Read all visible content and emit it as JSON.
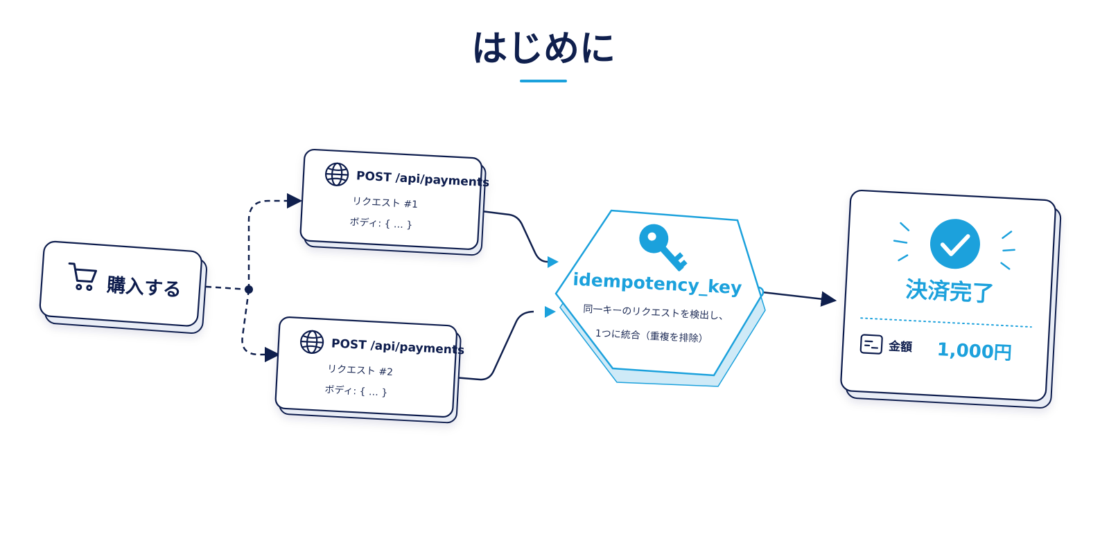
{
  "title": "はじめに",
  "colors": {
    "navy": "#0f1f4d",
    "accent": "#1ba1dc",
    "accent_light": "#cfeaf7"
  },
  "purchase": {
    "label": "購入する",
    "icon": "cart-icon"
  },
  "requests": [
    {
      "method_path": "POST /api/payments",
      "name": "リクエスト #1",
      "body": "ボディ: { … }",
      "icon": "globe-icon"
    },
    {
      "method_path": "POST /api/payments",
      "name": "リクエスト #2",
      "body": "ボディ: { … }",
      "icon": "globe-icon"
    }
  ],
  "idempotency": {
    "key": "idempotency_key",
    "desc_line1": "同一キーのリクエストを検出し、",
    "desc_line2": "1つに統合（重複を排除）",
    "icon": "key-icon"
  },
  "result": {
    "status": "決済完了",
    "amount_label": "金額",
    "amount_value": "1,000円",
    "icon": "check-circle-icon",
    "amount_icon": "receipt-icon"
  }
}
